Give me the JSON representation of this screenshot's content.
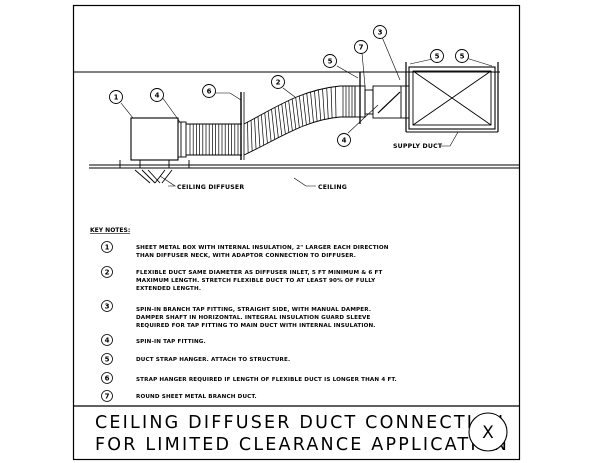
{
  "callouts": {
    "c1": "1",
    "c2": "2",
    "c3": "3",
    "c4a": "4",
    "c4b": "4",
    "c5a": "5",
    "c5b": "5",
    "c5c": "5",
    "c6": "6",
    "c7": "7"
  },
  "labels": {
    "ceiling_diffuser": "CEILING DIFFUSER",
    "ceiling": "CEILING",
    "supply_duct": "SUPPLY DUCT"
  },
  "key_notes": {
    "title": "KEY NOTES:",
    "items": [
      {
        "num": "1",
        "lines": [
          "SHEET METAL BOX WITH INTERNAL INSULATION, 2\" LARGER EACH DIRECTION",
          "THAN DIFFUSER NECK, WITH ADAPTOR CONNECTION TO DIFFUSER."
        ]
      },
      {
        "num": "2",
        "lines": [
          "FLEXIBLE DUCT SAME DIAMETER AS DIFFUSER INLET, 5 FT MINIMUM & 6 FT",
          "MAXIMUM LENGTH. STRETCH FLEXIBLE DUCT TO AT LEAST 90% OF FULLY",
          "EXTENDED LENGTH."
        ]
      },
      {
        "num": "3",
        "lines": [
          "SPIN-IN BRANCH TAP FITTING, STRAIGHT SIDE, WITH MANUAL DAMPER.",
          "DAMPER SHAFT IN HORIZONTAL. INTEGRAL INSULATION GUARD SLEEVE",
          "REQUIRED FOR TAP FITTING TO MAIN DUCT WITH INTERNAL INSULATION."
        ]
      },
      {
        "num": "4",
        "lines": [
          "SPIN-IN TAP FITTING."
        ]
      },
      {
        "num": "5",
        "lines": [
          "DUCT STRAP HANGER.  ATTACH TO STRUCTURE."
        ]
      },
      {
        "num": "6",
        "lines": [
          "STRAP HANGER REQUIRED IF LENGTH OF FLEXIBLE DUCT IS LONGER THAN 4 FT."
        ]
      },
      {
        "num": "7",
        "lines": [
          "ROUND SHEET METAL BRANCH DUCT."
        ]
      }
    ]
  },
  "title_block": {
    "line1": "CEILING DIFFUSER DUCT CONNECTION",
    "line2": "FOR LIMITED CLEARANCE APPLICATION",
    "detail_id": "X"
  }
}
